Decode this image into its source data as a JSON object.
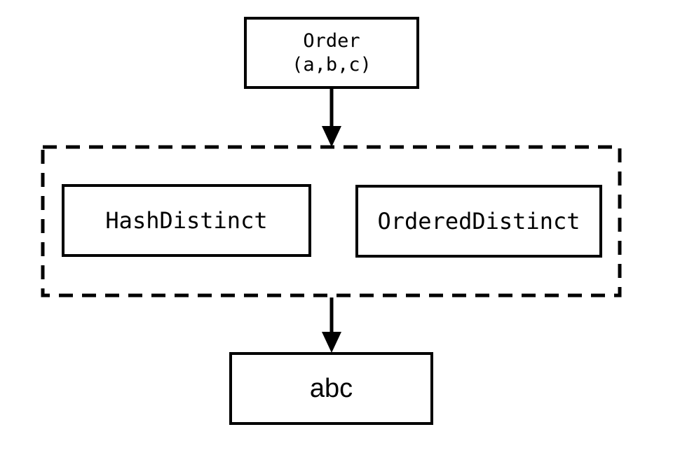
{
  "diagram": {
    "nodes": {
      "order": {
        "line1": "Order",
        "line2": "(a,b,c)"
      },
      "hash_distinct": {
        "label": "HashDistinct"
      },
      "ordered_distinct": {
        "label": "OrderedDistinct"
      },
      "output": {
        "label": "abc"
      }
    },
    "colors": {
      "stroke": "#000000",
      "background": "#ffffff",
      "text": "#000000"
    }
  }
}
